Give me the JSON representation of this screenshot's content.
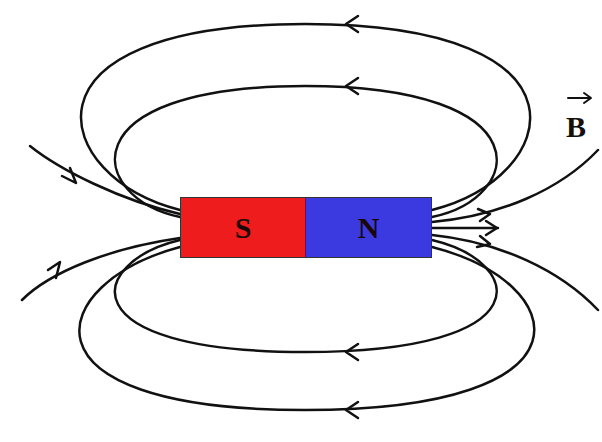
{
  "diagram": {
    "nodes": [
      {
        "text": [
          "S"
        ]
      },
      {
        "text": [
          "N"
        ]
      }
    ],
    "labels": [
      "B"
    ]
  }
}
